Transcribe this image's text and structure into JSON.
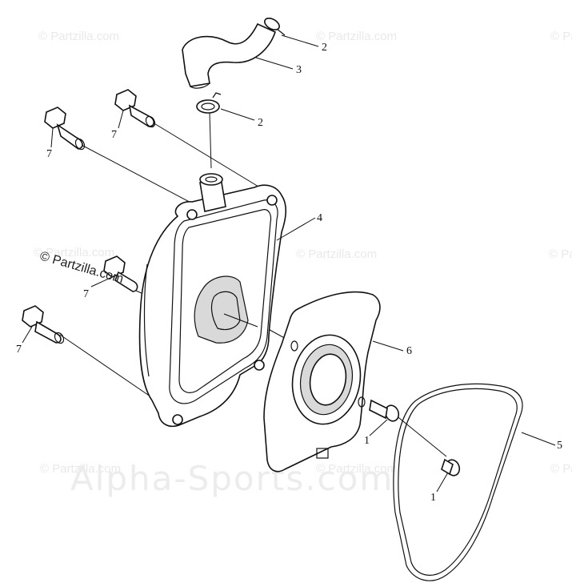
{
  "watermarks": {
    "small": "© Partzilla.com",
    "prominent": "© Partzilla.com",
    "big": "Alpha-Sports.com"
  },
  "callouts": [
    {
      "id": "c1a",
      "label": "1"
    },
    {
      "id": "c1b",
      "label": "1"
    },
    {
      "id": "c2a",
      "label": "2"
    },
    {
      "id": "c2b",
      "label": "2"
    },
    {
      "id": "c3",
      "label": "3"
    },
    {
      "id": "c4",
      "label": "4"
    },
    {
      "id": "c5",
      "label": "5"
    },
    {
      "id": "c6",
      "label": "6"
    },
    {
      "id": "c7a",
      "label": "7"
    },
    {
      "id": "c7b",
      "label": "7"
    },
    {
      "id": "c7c",
      "label": "7"
    },
    {
      "id": "c7d",
      "label": "7"
    }
  ]
}
